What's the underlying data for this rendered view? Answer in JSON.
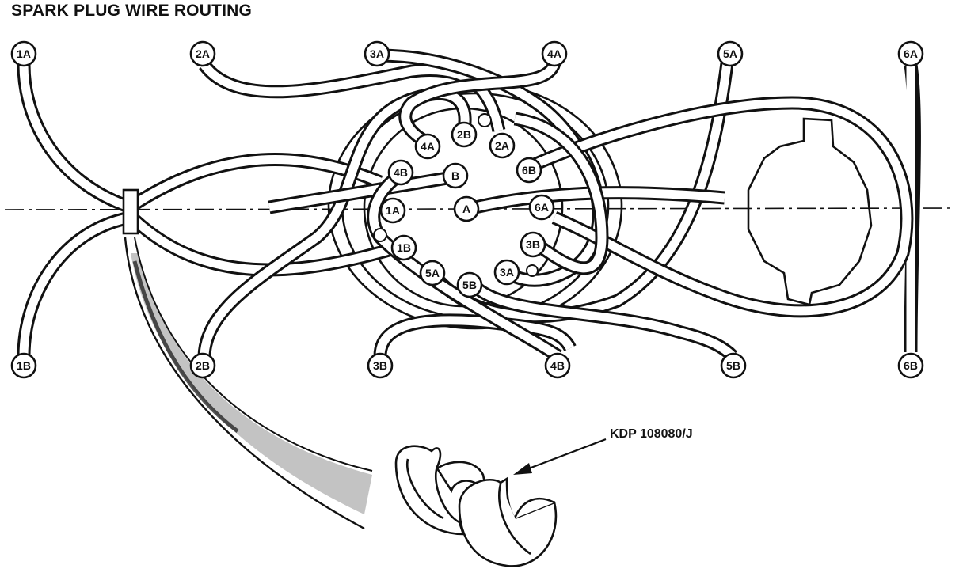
{
  "title": "SPARK PLUG WIRE ROUTING",
  "part_label": "KDP 108080/J",
  "outer_labels": {
    "top": [
      "1A",
      "2A",
      "3A",
      "4A",
      "5A",
      "6A"
    ],
    "bottom": [
      "1B",
      "2B",
      "3B",
      "4B",
      "5B",
      "6B"
    ]
  },
  "distributor_labels": {
    "r4A": "4A",
    "r2B": "2B",
    "r2A": "2A",
    "r4B": "4B",
    "rB": "B",
    "r6B": "6B",
    "r1A": "1A",
    "rA": "A",
    "r6A": "6A",
    "r1B": "1B",
    "r3B": "3B",
    "r5A": "5A",
    "r5B": "5B",
    "r3A": "3A"
  }
}
